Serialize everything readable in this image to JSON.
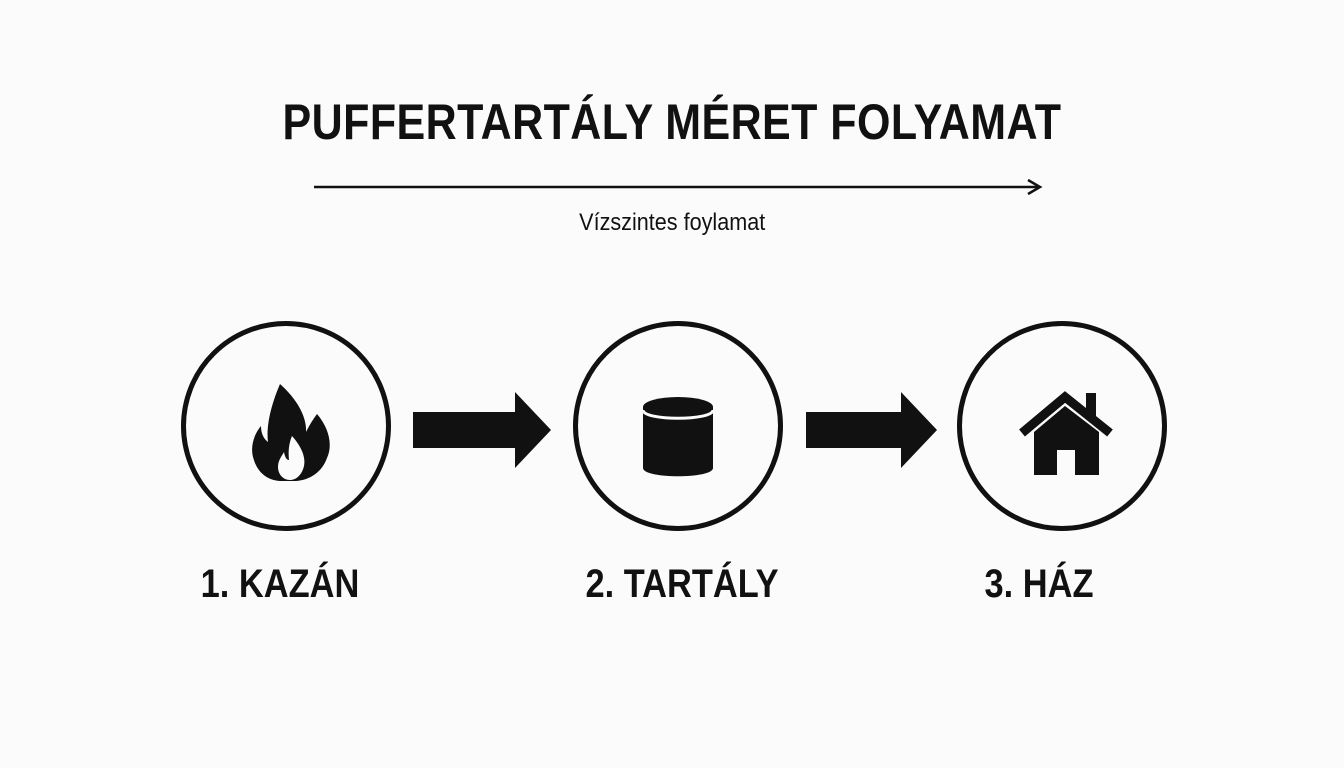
{
  "title": "PUFFERTARTÁLY MÉRET FOLYAMAT",
  "subtitle": "Vízszintes foylamat",
  "steps": [
    {
      "label": "1. KAZÁN",
      "icon": "flame-icon"
    },
    {
      "label": "2. TARTÁLY",
      "icon": "cylinder-tank-icon"
    },
    {
      "label": "3. HÁZ",
      "icon": "house-icon"
    }
  ],
  "colors": {
    "background": "#fbfbfb",
    "foreground": "#111111"
  }
}
